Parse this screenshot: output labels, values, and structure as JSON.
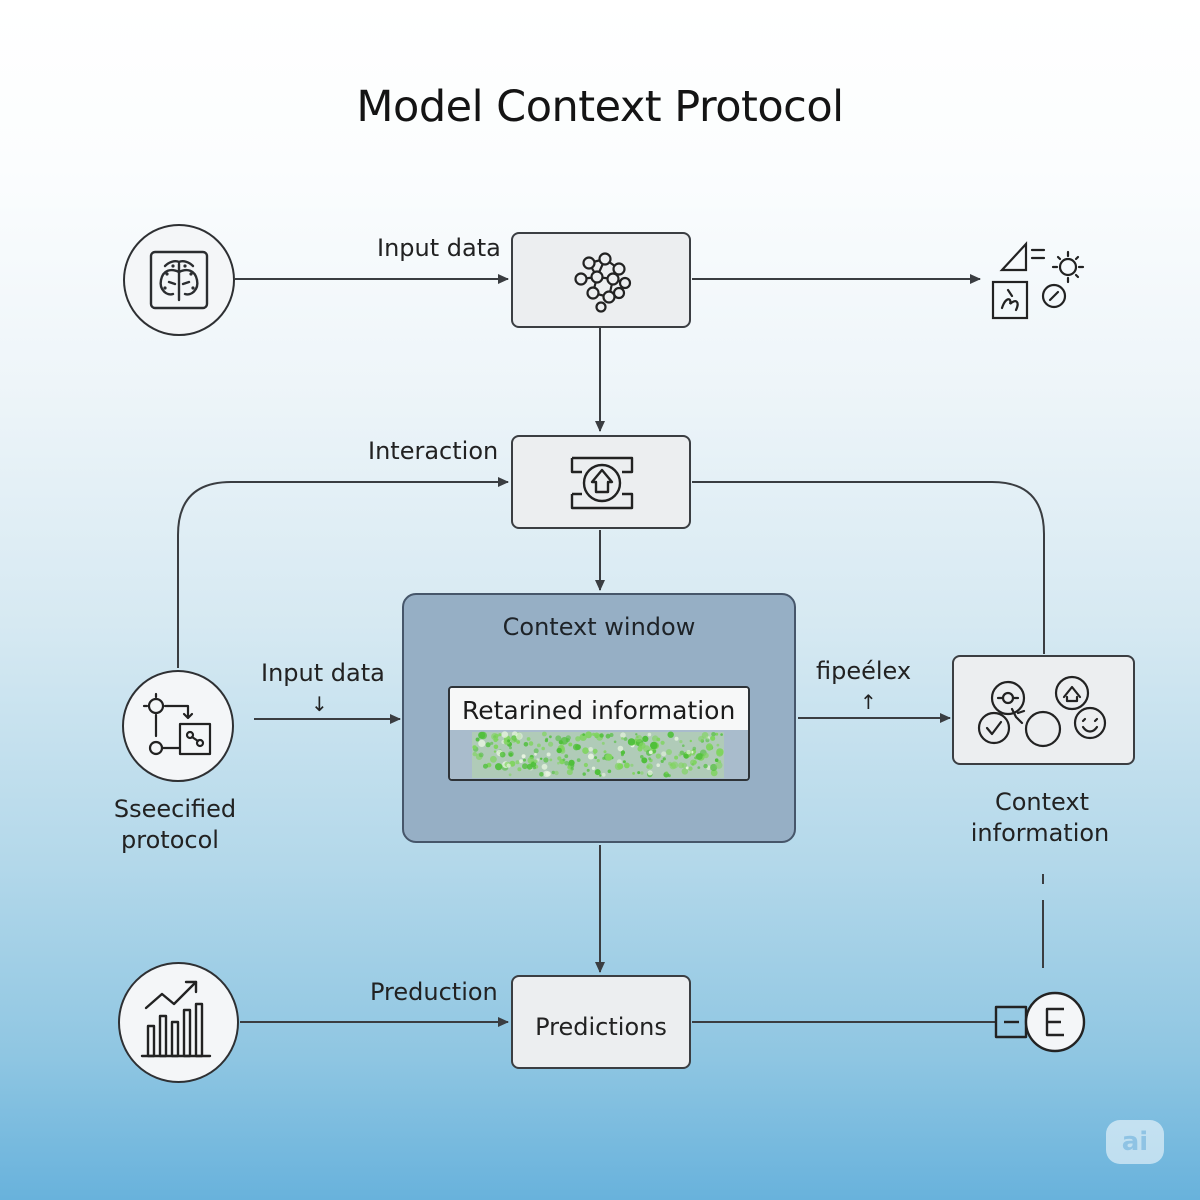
{
  "title": "Model Context Protocol",
  "labels": {
    "input_data_top": "Input data",
    "interaction": "Interaction",
    "context_window": "Context window",
    "retained_information": "Retarined information",
    "input_data_left": "Input data",
    "down_arrow_glyph": "↓",
    "fipeliex": "fipeélex",
    "up_arrow_glyph": "↑",
    "specified_protocol_line1": "Sseecified",
    "specified_protocol_line2": "protocol",
    "context_information_line1": "Context",
    "context_information_line2": "information",
    "preduction": "Preduction",
    "predictions": "Predictions"
  },
  "watermark": "ai",
  "colors": {
    "line": "#3a3d41",
    "box_fill": "#eceef0",
    "context_window_fill": "#96afc5",
    "retained_dots": "#4fbf3a"
  },
  "icons": {
    "brain_scan": "brain-scan-icon",
    "neural_network": "neural-network-icon",
    "shapes_output": "shapes-output-icon",
    "interaction": "interaction-hub-icon",
    "protocol_flow": "protocol-flow-icon",
    "context_info": "context-info-cluster-icon",
    "growth_chart": "growth-chart-icon",
    "e_output": "e-output-icon"
  }
}
